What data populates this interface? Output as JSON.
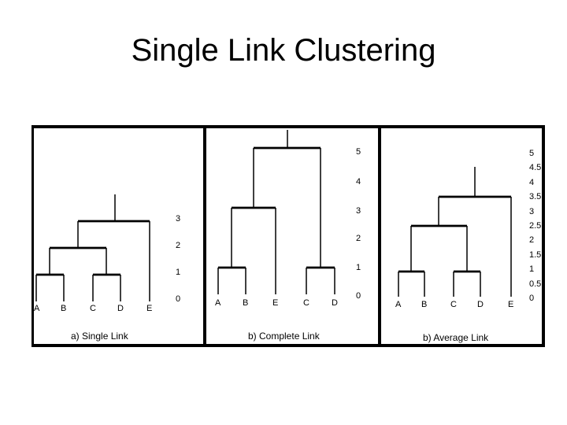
{
  "title": "Single Link Clustering",
  "panels": [
    {
      "caption": "a) Single Link",
      "leaves": [
        "A",
        "B",
        "C",
        "D",
        "E"
      ],
      "y_ticks": [
        "3",
        "2",
        "1",
        "0"
      ]
    },
    {
      "caption": "b) Complete Link",
      "leaves": [
        "A",
        "B",
        "E",
        "C",
        "D"
      ],
      "y_ticks": [
        "5",
        "4",
        "3",
        "2",
        "1",
        "0"
      ]
    },
    {
      "caption": "b) Average Link",
      "leaves": [
        "A",
        "B",
        "C",
        "D",
        "E"
      ],
      "y_ticks": [
        "5",
        "4.5",
        "4",
        "3.5",
        "3",
        "2.5",
        "2",
        "1.5",
        "1",
        "0.5",
        "0"
      ]
    }
  ]
}
